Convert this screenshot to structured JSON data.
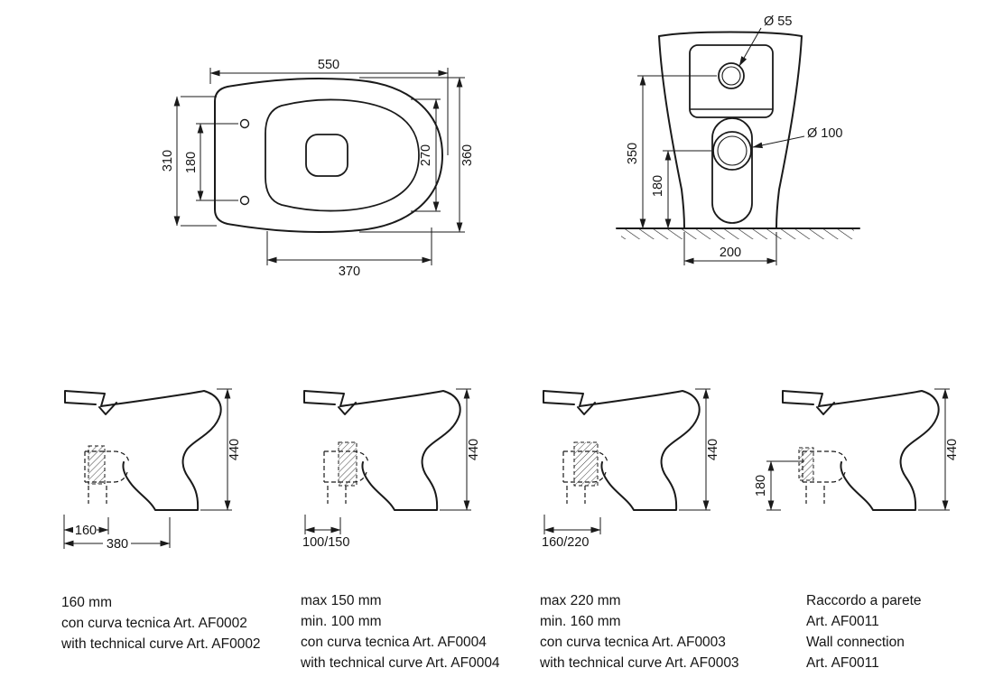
{
  "top_view": {
    "total_length": "550",
    "rear_width": "310",
    "fixing_hole_spacing": "180",
    "bowl_length": "270",
    "total_width": "360",
    "front_section_length": "370"
  },
  "front_view": {
    "inlet_diameter": "Ø 55",
    "outlet_diameter": "Ø 100",
    "inlet_height": "350",
    "outlet_height": "180",
    "base_width": "200"
  },
  "side_views": [
    {
      "height": "440",
      "dim_a": "160",
      "dim_b": "380",
      "caption": [
        "160 mm",
        "con curva tecnica Art. AF0002",
        "with technical curve Art. AF0002"
      ]
    },
    {
      "height": "440",
      "dim_a": "100/150",
      "caption": [
        "max 150 mm",
        "min. 100 mm",
        "con curva tecnica Art. AF0004",
        "with technical curve Art. AF0004"
      ]
    },
    {
      "height": "440",
      "dim_a": "160/220",
      "caption": [
        "max 220 mm",
        "min. 160 mm",
        "con curva tecnica Art. AF0003",
        "with technical curve Art. AF0003"
      ]
    },
    {
      "height": "440",
      "dim_a": "180",
      "caption": [
        "Raccordo a parete",
        "Art. AF0011",
        "Wall connection",
        "Art. AF0011"
      ]
    }
  ]
}
